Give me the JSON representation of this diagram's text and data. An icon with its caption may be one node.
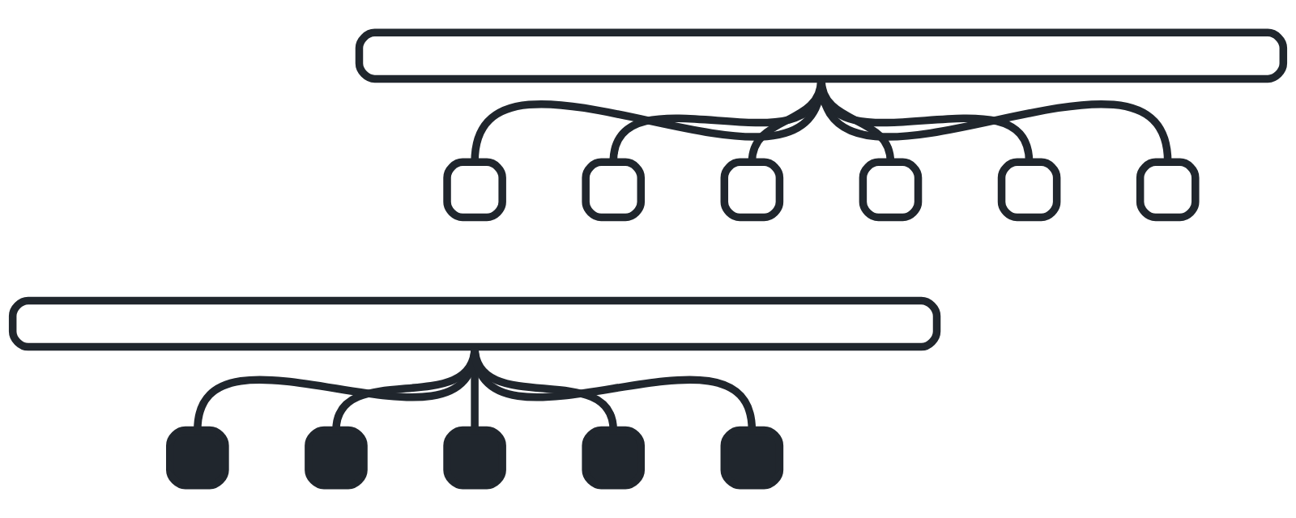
{
  "diagram": {
    "nodes": [
      {
        "text": [],
        "shape": "bar"
      },
      {
        "text": [],
        "shape": "box"
      },
      {
        "text": [],
        "shape": "box"
      },
      {
        "text": [],
        "shape": "box"
      },
      {
        "text": [],
        "shape": "box"
      },
      {
        "text": [],
        "shape": "box"
      },
      {
        "text": [],
        "shape": "box"
      },
      {
        "text": [],
        "shape": "bar"
      },
      {
        "text": [],
        "shape": "box"
      },
      {
        "text": [],
        "shape": "box"
      },
      {
        "text": [],
        "shape": "box"
      },
      {
        "text": [],
        "shape": "box"
      },
      {
        "text": [],
        "shape": "box"
      }
    ],
    "edges": [
      {
        "from": 0,
        "to": 1,
        "arrow": "none"
      },
      {
        "from": 0,
        "to": 2,
        "arrow": "none"
      },
      {
        "from": 0,
        "to": 3,
        "arrow": "none"
      },
      {
        "from": 0,
        "to": 4,
        "arrow": "none"
      },
      {
        "from": 0,
        "to": 5,
        "arrow": "none"
      },
      {
        "from": 0,
        "to": 6,
        "arrow": "none"
      },
      {
        "from": 7,
        "to": 8,
        "arrow": "none"
      },
      {
        "from": 7,
        "to": 9,
        "arrow": "none"
      },
      {
        "from": 7,
        "to": 10,
        "arrow": "none"
      },
      {
        "from": 7,
        "to": 11,
        "arrow": "none"
      },
      {
        "from": 7,
        "to": 12,
        "arrow": "none"
      }
    ]
  }
}
